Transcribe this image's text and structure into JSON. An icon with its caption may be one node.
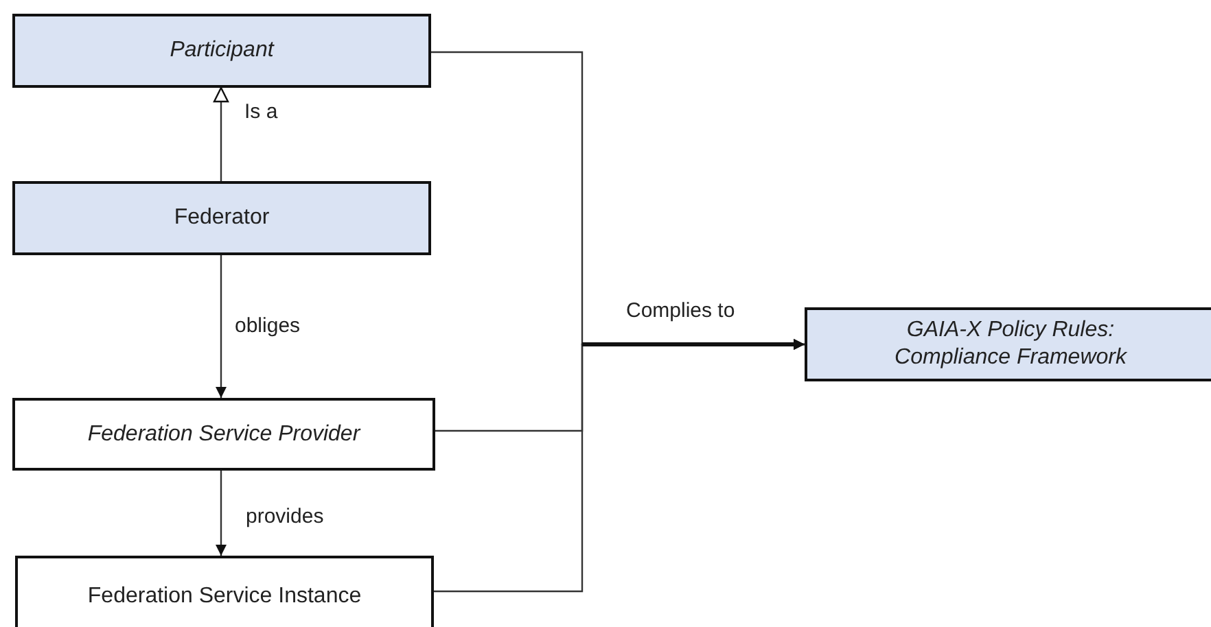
{
  "diagram": {
    "nodes": [
      {
        "text": [
          "Participant"
        ]
      },
      {
        "text": [
          "Federator"
        ]
      },
      {
        "text": [
          "Federation Service Provider"
        ]
      },
      {
        "text": [
          "Federation Service Instance"
        ]
      },
      {
        "text": [
          "GAIA-X Policy Rules: Compliance Framework"
        ]
      }
    ],
    "edges": [
      {
        "from": 1,
        "to": 0,
        "arrow": "to",
        "label": "Is a"
      },
      {
        "from": 1,
        "to": 2,
        "arrow": "to",
        "label": "obliges"
      },
      {
        "from": 2,
        "to": 3,
        "arrow": "to",
        "label": "provides"
      },
      {
        "from": 0,
        "to": 4,
        "arrow": "to",
        "label": "Complies to"
      },
      {
        "from": 2,
        "to": 4,
        "arrow": "to"
      },
      {
        "from": 3,
        "to": 4,
        "arrow": "to"
      }
    ]
  }
}
